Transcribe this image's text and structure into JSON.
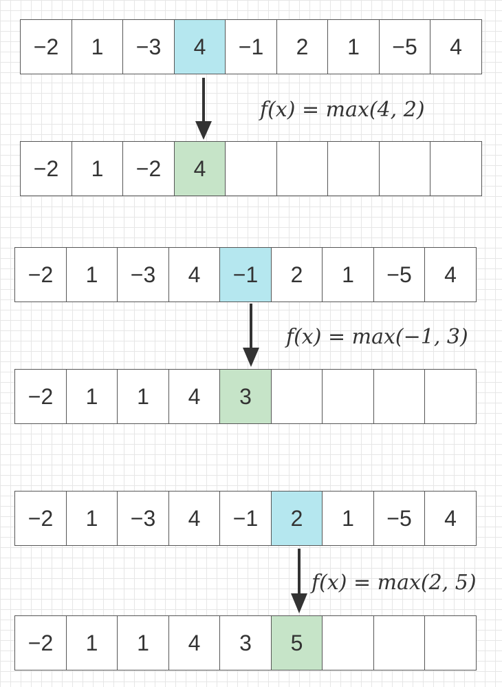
{
  "steps": [
    {
      "input": [
        "−2",
        "1",
        "−3",
        "4",
        "−1",
        "2",
        "1",
        "−5",
        "4"
      ],
      "output": [
        "−2",
        "1",
        "−2",
        "4",
        "",
        "",
        "",
        "",
        ""
      ],
      "highlight_index": 3,
      "formula": "f(x) = max(4, 2)"
    },
    {
      "input": [
        "−2",
        "1",
        "−3",
        "4",
        "−1",
        "2",
        "1",
        "−5",
        "4"
      ],
      "output": [
        "−2",
        "1",
        "1",
        "4",
        "3",
        "",
        "",
        "",
        ""
      ],
      "highlight_index": 4,
      "formula": "f(x) = max(−1, 3)"
    },
    {
      "input": [
        "−2",
        "1",
        "−3",
        "4",
        "−1",
        "2",
        "1",
        "−5",
        "4"
      ],
      "output": [
        "−2",
        "1",
        "1",
        "4",
        "3",
        "5",
        "",
        "",
        ""
      ],
      "highlight_index": 5,
      "formula": "f(x) = max(2, 5)"
    }
  ],
  "colors": {
    "input_highlight": "#b5e7ef",
    "output_highlight": "#c6e4c8",
    "border": "#555555",
    "arrow": "#333333"
  }
}
